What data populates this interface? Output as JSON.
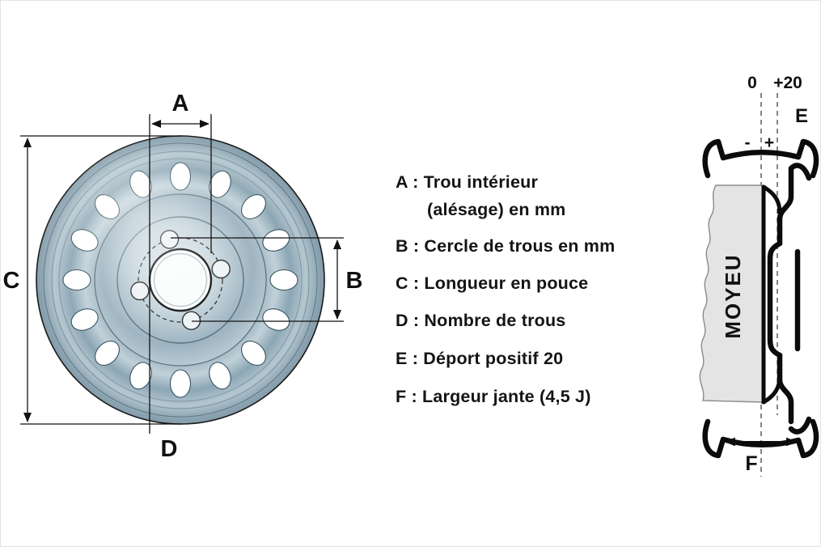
{
  "wheel_labels": {
    "a": "A",
    "b": "B",
    "c": "C",
    "d": "D"
  },
  "legend": {
    "items": [
      "A : Trou intérieur",
      "(alésage) en mm",
      "B : Cercle de trous en mm",
      "C : Longueur en pouce",
      "D : Nombre de trous",
      "E : Déport positif 20",
      "F : Largeur  jante (4,5 J)"
    ]
  },
  "cross_section": {
    "offset_zero": "0",
    "offset_plus": "+20",
    "label_e": "E",
    "sign_minus": "-",
    "sign_plus": "+",
    "hub_label": "MOYEU",
    "label_f": "F"
  },
  "colors": {
    "wheel_base": "#9db3c0",
    "line": "#111111",
    "hub_fill": "#e4e4e4"
  }
}
